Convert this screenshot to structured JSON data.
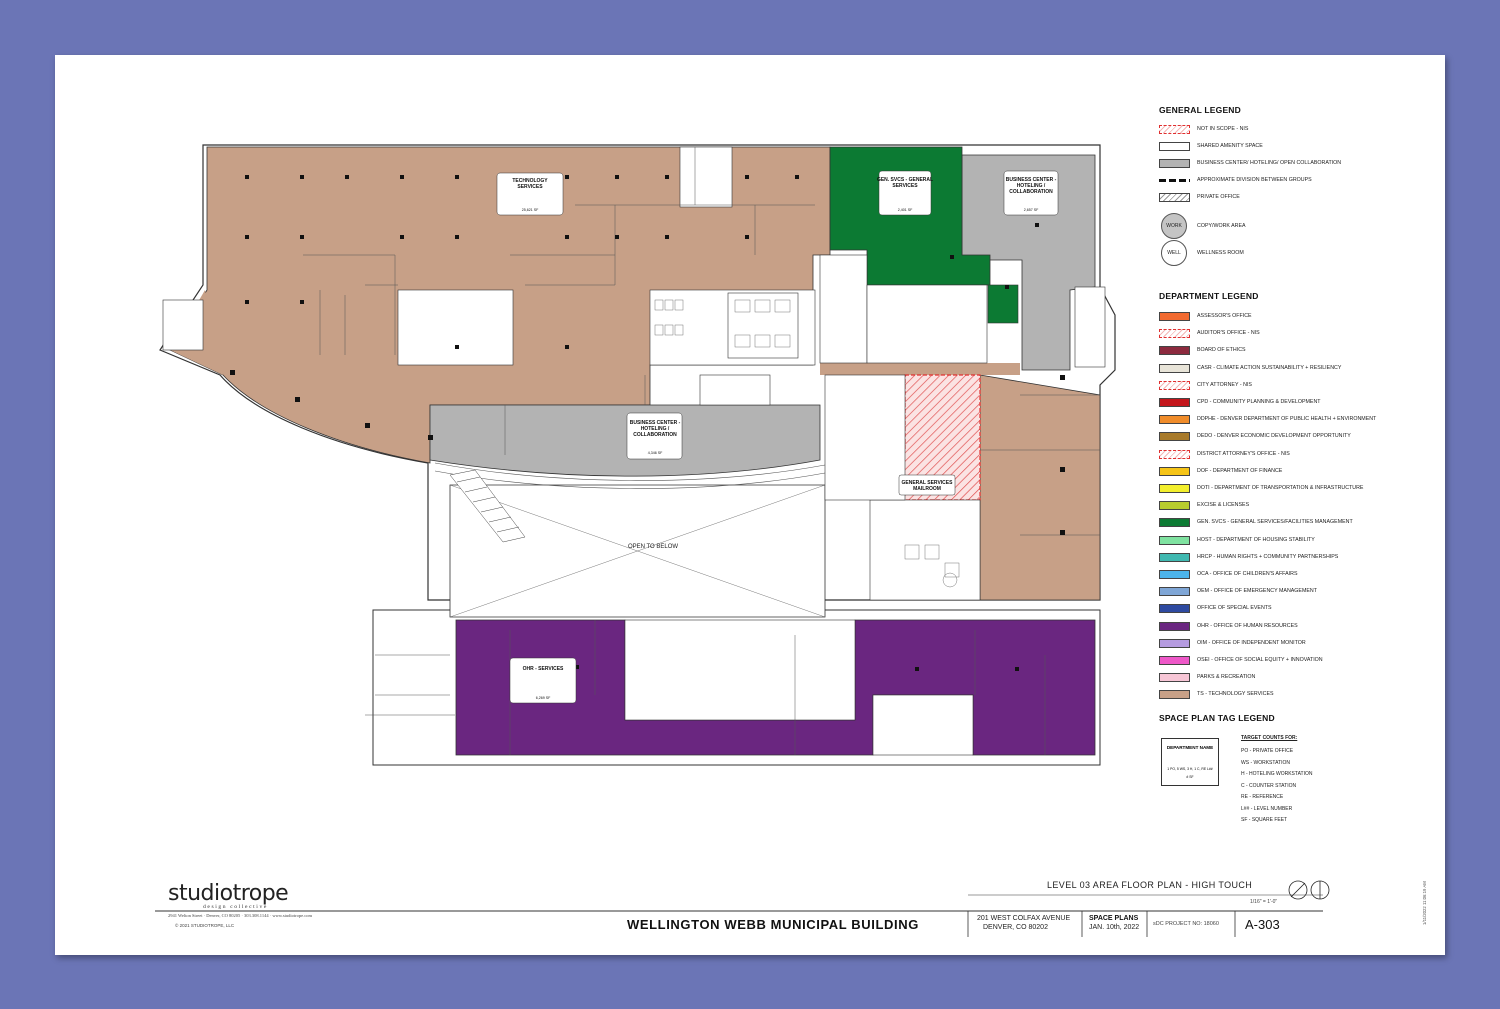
{
  "general_legend": {
    "title": "GENERAL LEGEND",
    "items": [
      {
        "label": "NOT IN SCOPE - NIS",
        "style": "nis"
      },
      {
        "label": "SHARED AMENITY SPACE",
        "style": "fill",
        "color": "#ffffff"
      },
      {
        "label": "BUSINESS CENTER/ HOTELING/ OPEN COLLABORATION",
        "style": "fill",
        "color": "#b3b3b3"
      },
      {
        "label": "APPROXIMATE DIVISION BETWEEN GROUPS",
        "style": "dash"
      },
      {
        "label": "PRIVATE OFFICE",
        "style": "hatch"
      }
    ],
    "circles": [
      {
        "symbol": "WORK",
        "label": "COPY/WORK AREA",
        "color": "#c4c4c4"
      },
      {
        "symbol": "WELL",
        "label": "WELLNESS ROOM",
        "color": "#ffffff"
      }
    ]
  },
  "department_legend": {
    "title": "DEPARTMENT LEGEND",
    "items": [
      {
        "label": "ASSESSOR'S OFFICE",
        "color": "#f26a30"
      },
      {
        "label": "AUDITOR'S OFFICE - NIS",
        "color": "nis"
      },
      {
        "label": "BOARD OF ETHICS",
        "color": "#8c2a3e"
      },
      {
        "label": "CASR - CLIMATE ACTION SUSTAINABILITY + RESILIENCY",
        "color": "#e8e4d8"
      },
      {
        "label": "CITY ATTORNEY - NIS",
        "color": "nis"
      },
      {
        "label": "CPD - COMMUNITY PLANNING & DEVELOPMENT",
        "color": "#c4161c"
      },
      {
        "label": "DDPHE - DENVER DEPARTMENT OF PUBLIC HEALTH + ENVIRONMENT",
        "color": "#f08c2a"
      },
      {
        "label": "DEDO - DENVER ECONOMIC DEVELOPMENT OPPORTUNITY",
        "color": "#a87a2a"
      },
      {
        "label": "DISTRICT ATTORNEY'S OFFICE - NIS",
        "color": "nis"
      },
      {
        "label": "DOF - DEPARTMENT OF FINANCE",
        "color": "#f5c417"
      },
      {
        "label": "DOTI - DEPARTMENT OF TRANSPORTATION & INFRASTRUCTURE",
        "color": "#f3ef2d"
      },
      {
        "label": "EXCISE & LICENSES",
        "color": "#b7cc2e"
      },
      {
        "label": "GEN. SVCS - GENERAL SERVICES/FACILITIES MANAGEMENT",
        "color": "#0c7a33"
      },
      {
        "label": "HOST - DEPARTMENT OF HOUSING STABILITY",
        "color": "#7fe2a0"
      },
      {
        "label": "HRCP - HUMAN RIGHTS + COMMUNITY PARTNERSHIPS",
        "color": "#3fb8b0"
      },
      {
        "label": "OCA - OFFICE OF CHILDREN'S AFFAIRS",
        "color": "#4cb4ea"
      },
      {
        "label": "OEM - OFFICE OF EMERGENCY MANAGEMENT",
        "color": "#7fa6d6"
      },
      {
        "label": "OFFICE OF SPECIAL EVENTS",
        "color": "#2e4aa0"
      },
      {
        "label": "OHR - OFFICE OF HUMAN RESOURCES",
        "color": "#6a2680"
      },
      {
        "label": "OIM - OFFICE OF INDEPENDENT MONITOR",
        "color": "#b59be0"
      },
      {
        "label": "OSEI - OFFICE OF SOCIAL EQUITY + INNOVATION",
        "color": "#ee58c8"
      },
      {
        "label": "PARKS & RECREATION",
        "color": "#f7c6d6"
      },
      {
        "label": "TS - TECHNOLOGY SERVICES",
        "color": "#c7a087"
      }
    ]
  },
  "tag_legend": {
    "title": "SPACE PLAN TAG LEGEND",
    "tag_name": "DEPARTMENT NAME",
    "tag_counts": "1 PO, 5 WS, 3 H, 1 C, RE L##",
    "tag_sf": "# SF",
    "target_title": "TARGET COUNTS FOR:",
    "targets": [
      "PO - PRIVATE OFFICE",
      "WS - WORKSTATION",
      "H - HOTELING WORKSTATION",
      "C - COUNTER STATION",
      "RE - REFERENCE",
      "L## - LEVEL NUMBER",
      "SF - SQUARE FEET"
    ]
  },
  "plan": {
    "colors": {
      "ts": "#c7a087",
      "gen": "#0c7a33",
      "ohr": "#6a2680",
      "biz": "#b3b3b3",
      "nis_line": "#e03030"
    },
    "rooms": {
      "tech": {
        "name1": "TECHNOLOGY",
        "name2": "SERVICES",
        "sf": "25,621 SF"
      },
      "gen": {
        "name1": "GEN. SVCS - GENERAL",
        "name2": "SERVICES",
        "sf": "2,401 SF"
      },
      "biz_ne": {
        "name1": "BUSINESS CENTER -",
        "name2": "HOTELING /",
        "name3": "COLLABORATION",
        "sf": "2,657 SF"
      },
      "biz_mid": {
        "name1": "BUSINESS CENTER -",
        "name2": "HOTELING /",
        "name3": "COLLABORATION",
        "sf": "4,346 SF"
      },
      "ohr": {
        "name1": "OHR - SERVICES",
        "sf": "6,269 SF"
      },
      "mail": {
        "name1": "GENERAL SERVICES",
        "name2": "MAILROOM"
      },
      "open": "OPEN TO BELOW"
    }
  },
  "title_block": {
    "firm": "studiotrope",
    "firm_sub": "design collective",
    "firm_addr": "2941 Welton Street · Denver, CO 80205 · 303.308.1144 · www.studiotrope.com",
    "copyright": "© 2021 STUDIOTROPE, LLC",
    "drawing_title": "LEVEL 03 AREA FLOOR PLAN - HIGH TOUCH",
    "scale": "1/16\" = 1'-0\"",
    "building": "WELLINGTON WEBB MUNICIPAL BUILDING",
    "address1": "201 WEST COLFAX AVENUE",
    "address2": "DENVER, CO 80202",
    "phase": "SPACE PLANS",
    "date": "JAN. 10th, 2022",
    "project": "sDC PROJECT NO: 18060",
    "sheet": "A-303",
    "print_stamp": "1/11/2022 11:06:19 AM"
  }
}
